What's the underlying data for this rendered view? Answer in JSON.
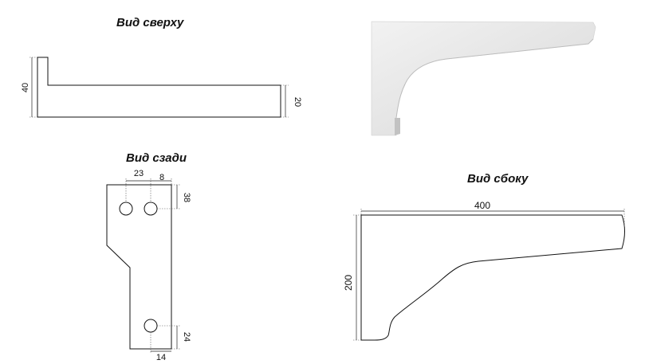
{
  "views": {
    "top": {
      "title": "Вид сверху"
    },
    "back": {
      "title": "Вид сзади"
    },
    "side": {
      "title": "Вид сбоку"
    }
  },
  "dimensions": {
    "top_height": "40",
    "top_arm": "20",
    "back_hole_spacing": "23",
    "back_edge_offset": "8",
    "back_top_offset": "38",
    "back_bottom_offset": "24",
    "back_bottom_width": "14",
    "side_length": "400",
    "side_height": "200"
  },
  "colors": {
    "line": "#111111",
    "photo_light": "#e8e8e8",
    "photo_shadow": "#c4c4c4"
  }
}
